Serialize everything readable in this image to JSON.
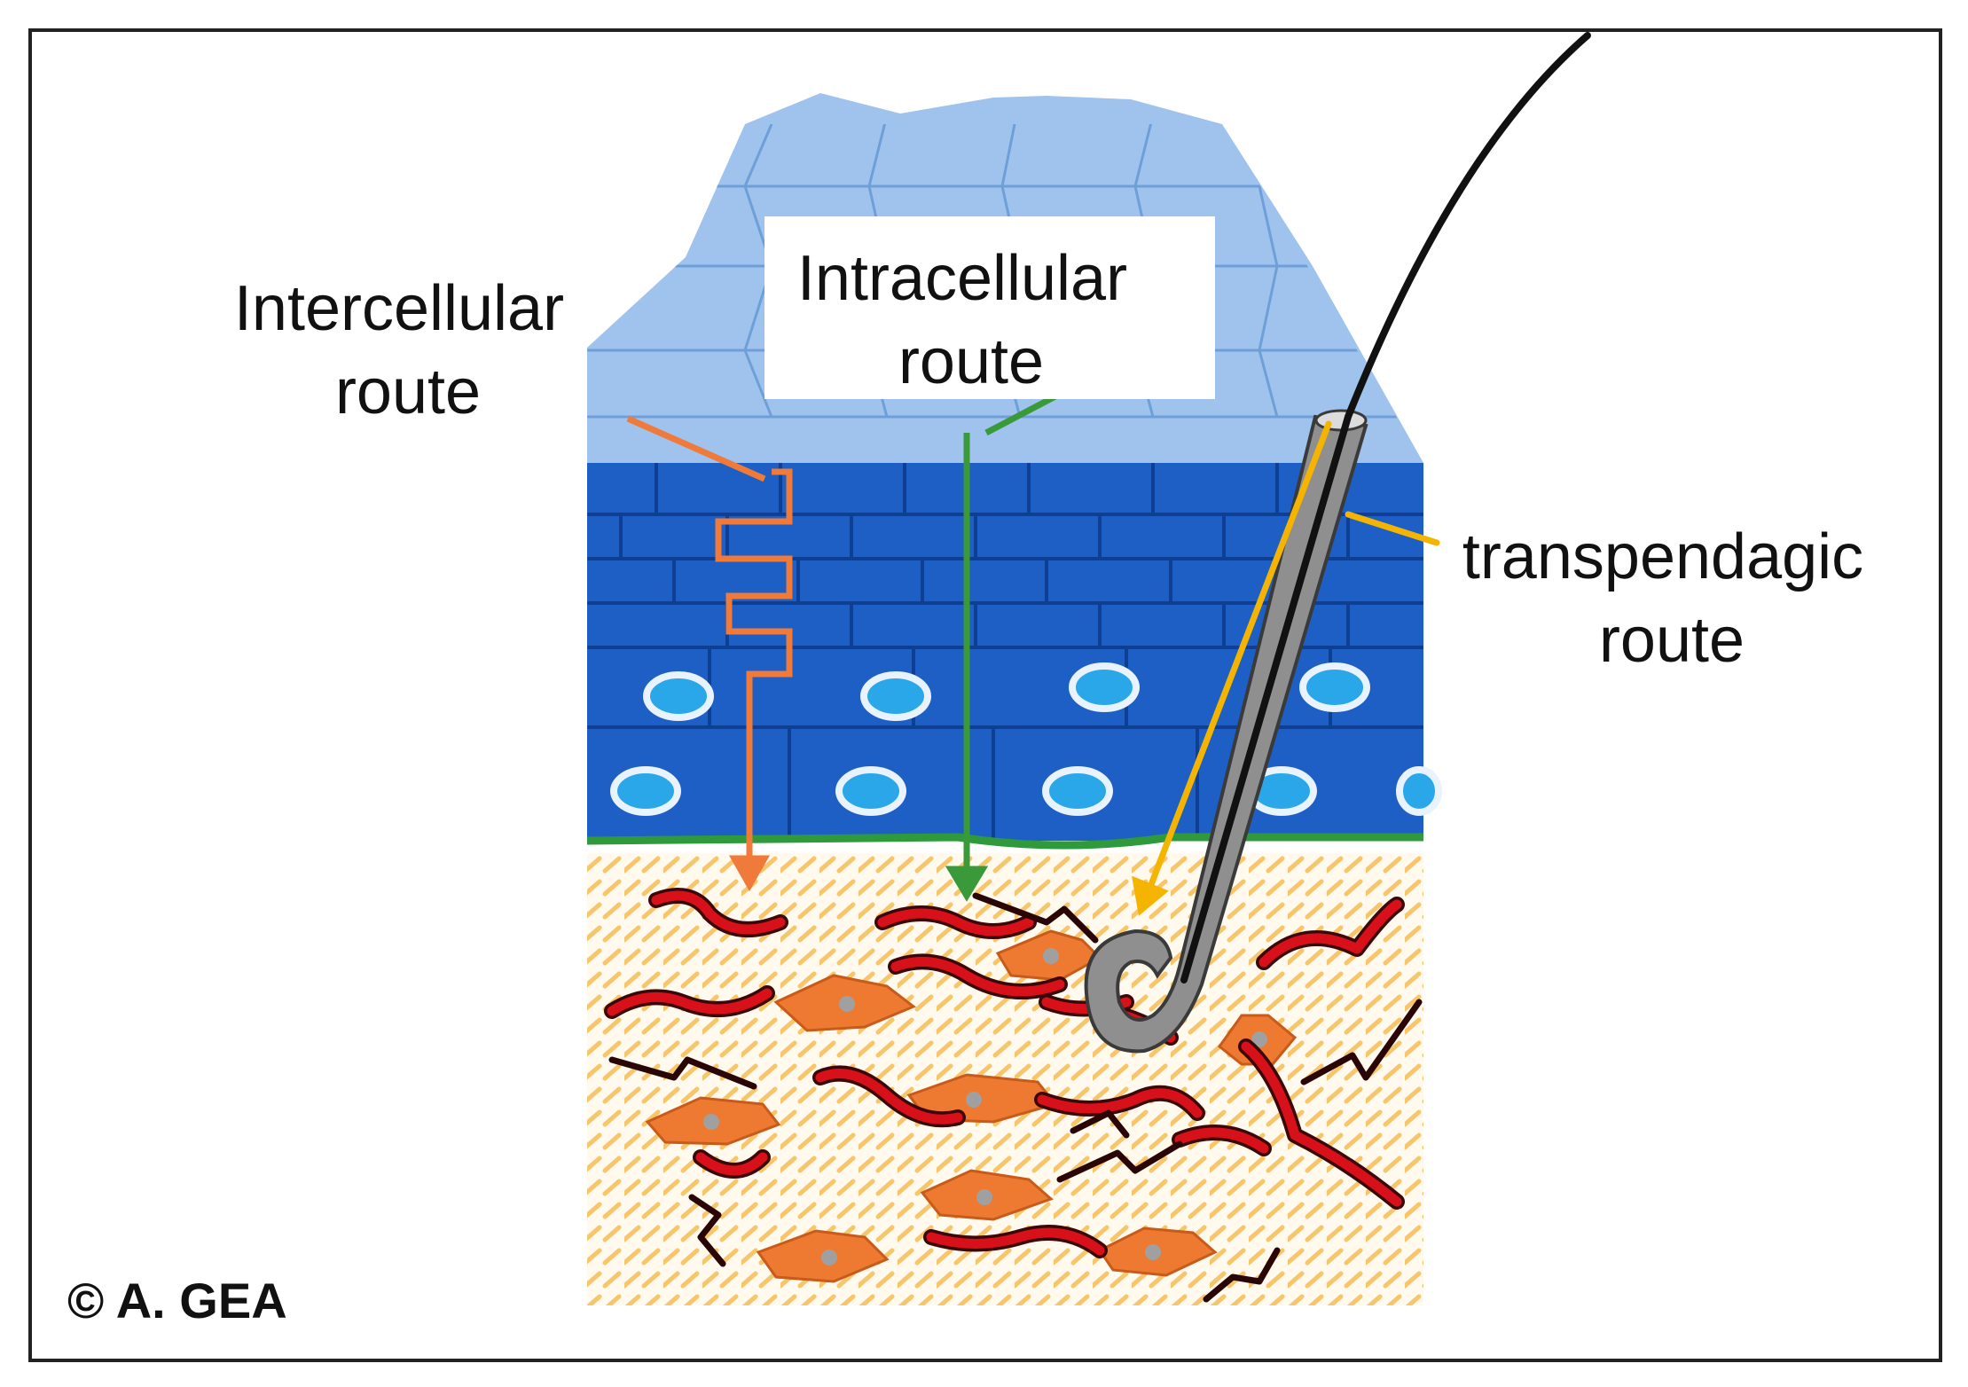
{
  "labels": {
    "intercellular": [
      "Intercellular",
      "route"
    ],
    "intracellular": [
      "Intracellular",
      "route"
    ],
    "transpendagic": [
      "transpendagic",
      "route"
    ]
  },
  "copyright": "© A. GEA",
  "colors": {
    "frame": "#222222",
    "stratum_corneum": "#9fc3ec",
    "stratum_corneum_lines": "#6f9fd8",
    "epidermis": "#1d5fc4",
    "epidermis_lines": "#0f3f93",
    "nucleus_ring": "#e8f3ff",
    "nucleus": "#2aa7e8",
    "basement_membrane": "#2e9a3b",
    "dermis_hatch": "#f7c56a",
    "fiber_red": "#d8101a",
    "fiber_dark": "#3a0808",
    "fibroblast": "#ee7a32",
    "fibroblast_nucleus": "#a0a0a0",
    "hair_follicle": "#8f8f8f",
    "hair_shaft": "#111111",
    "intercellular_arrow": "#f07a3a",
    "intracellular_arrow": "#3a9a3a",
    "transpendagic_arrow": "#f5b400"
  }
}
